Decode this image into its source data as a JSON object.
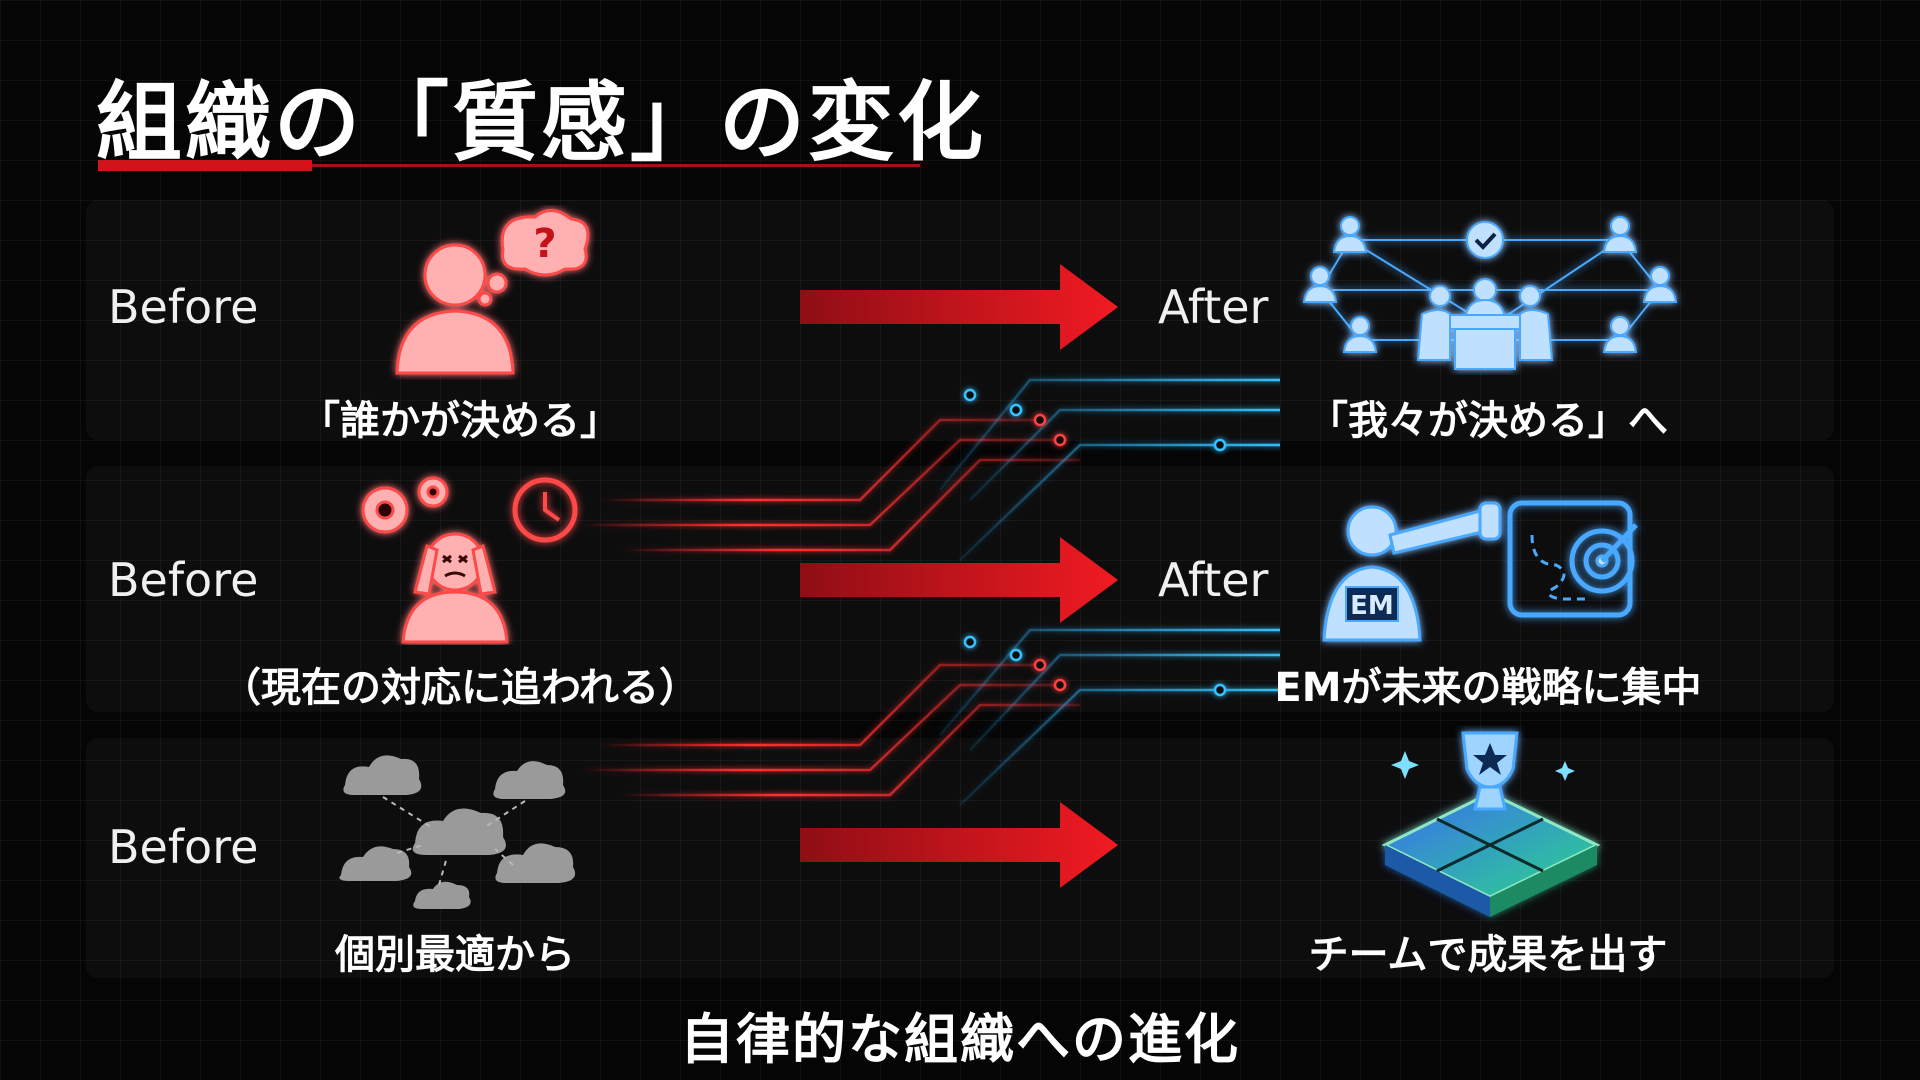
{
  "title": "組織の「質感」の変化",
  "rows": [
    {
      "before_label": "Before",
      "before_caption": "「誰かが決める」",
      "before_icon": "confused-person-icon",
      "after_label": "After",
      "after_caption": "「我々が決める」へ",
      "after_icon": "team-network-icon"
    },
    {
      "before_label": "Before",
      "before_caption": "（現在の対応に追われる）",
      "before_icon": "stressed-person-gears-clock-icon",
      "after_label": "After",
      "after_caption": "EMが未来の戦略に集中",
      "after_icon": "em-telescope-strategy-icon"
    },
    {
      "before_label": "Before",
      "before_caption": "個別最適から",
      "before_icon": "scattered-clouds-icon",
      "after_label": "",
      "after_caption": "チームで成果を出す",
      "after_icon": "trophy-puzzle-icon"
    }
  ],
  "icon_texts": {
    "em_badge": "EM",
    "question_mark": "?"
  },
  "bottom_text": "自律的な組織への進化",
  "colors": {
    "accent_red": "#e0161e",
    "before_icon_red": "#ff6b6b",
    "after_icon_blue": "#4aa8ff",
    "after_icon_green": "#38d98a",
    "background": "#050506"
  }
}
